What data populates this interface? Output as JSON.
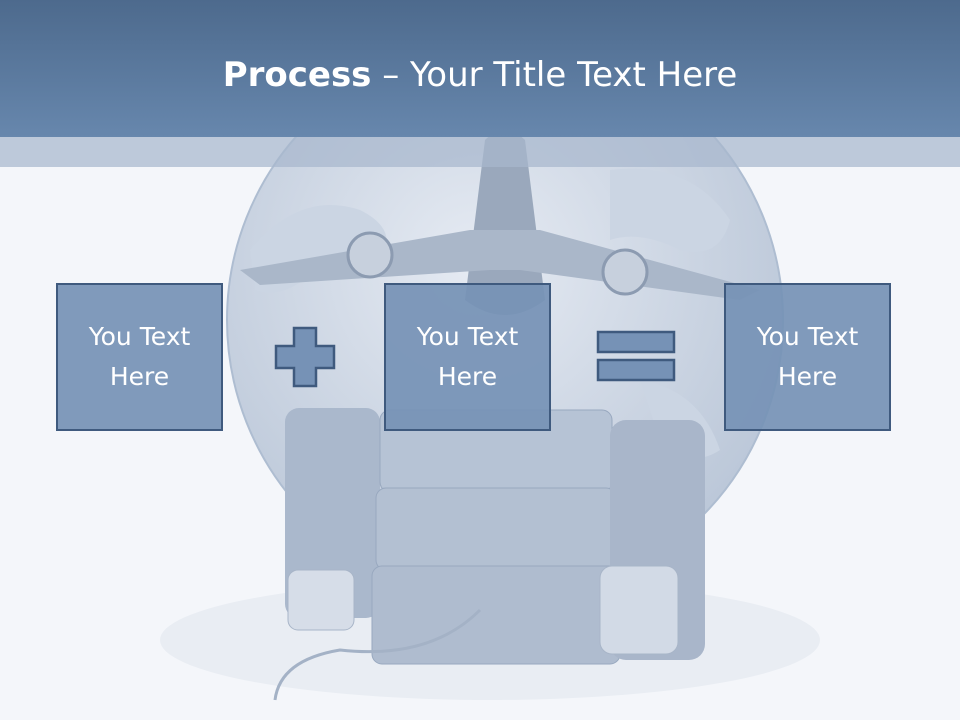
{
  "slide": {
    "title_bold": "Process",
    "title_rest": " – Your Title Text Here",
    "boxes": [
      {
        "text": "You Text Here"
      },
      {
        "text": "You Text Here"
      },
      {
        "text": "You Text Here"
      }
    ],
    "operators": [
      "plus-icon",
      "equals-icon"
    ]
  },
  "colors": {
    "title_bar": "#5e7ca2",
    "box_fill": "#7692b6",
    "box_border": "#3f5a7e",
    "background": "#f4f6fa"
  }
}
